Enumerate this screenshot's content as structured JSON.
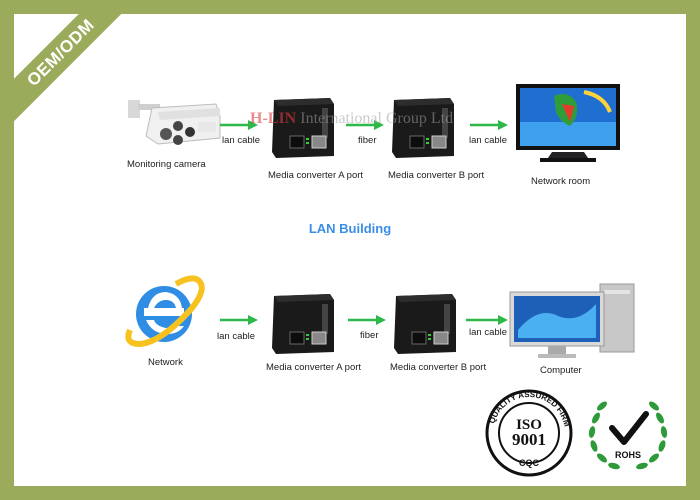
{
  "ribbon": {
    "text": "OEM/ODM",
    "color": "#9bab5c"
  },
  "watermark": {
    "brand": "H-LIN",
    "rest": " International Group Ltd"
  },
  "section_title": "LAN Building",
  "top_row": {
    "camera_label": "Monitoring camera",
    "link1_label": "lan cable",
    "conv_a_label": "Media converter A port",
    "link2_label": "fiber",
    "conv_b_label": "Media converter B port",
    "link3_label": "lan cable",
    "room_label": "Network room"
  },
  "bottom_row": {
    "network_label": "Network",
    "link1_label": "lan cable",
    "conv_a_label": "Media converter A port",
    "link2_label": "fiber",
    "conv_b_label": "Media converter B port",
    "link3_label": "lan cable",
    "computer_label": "Computer"
  },
  "badges": {
    "iso_ring": "QUALITY ASSURED FIRM",
    "iso_top": "ISO",
    "iso_num": "9001",
    "iso_bottom": "CQC",
    "rohs": "ROHS"
  },
  "colors": {
    "arrow": "#2fb84a",
    "accent_blue": "#3a8ee6",
    "frame": "#9bab5c"
  }
}
